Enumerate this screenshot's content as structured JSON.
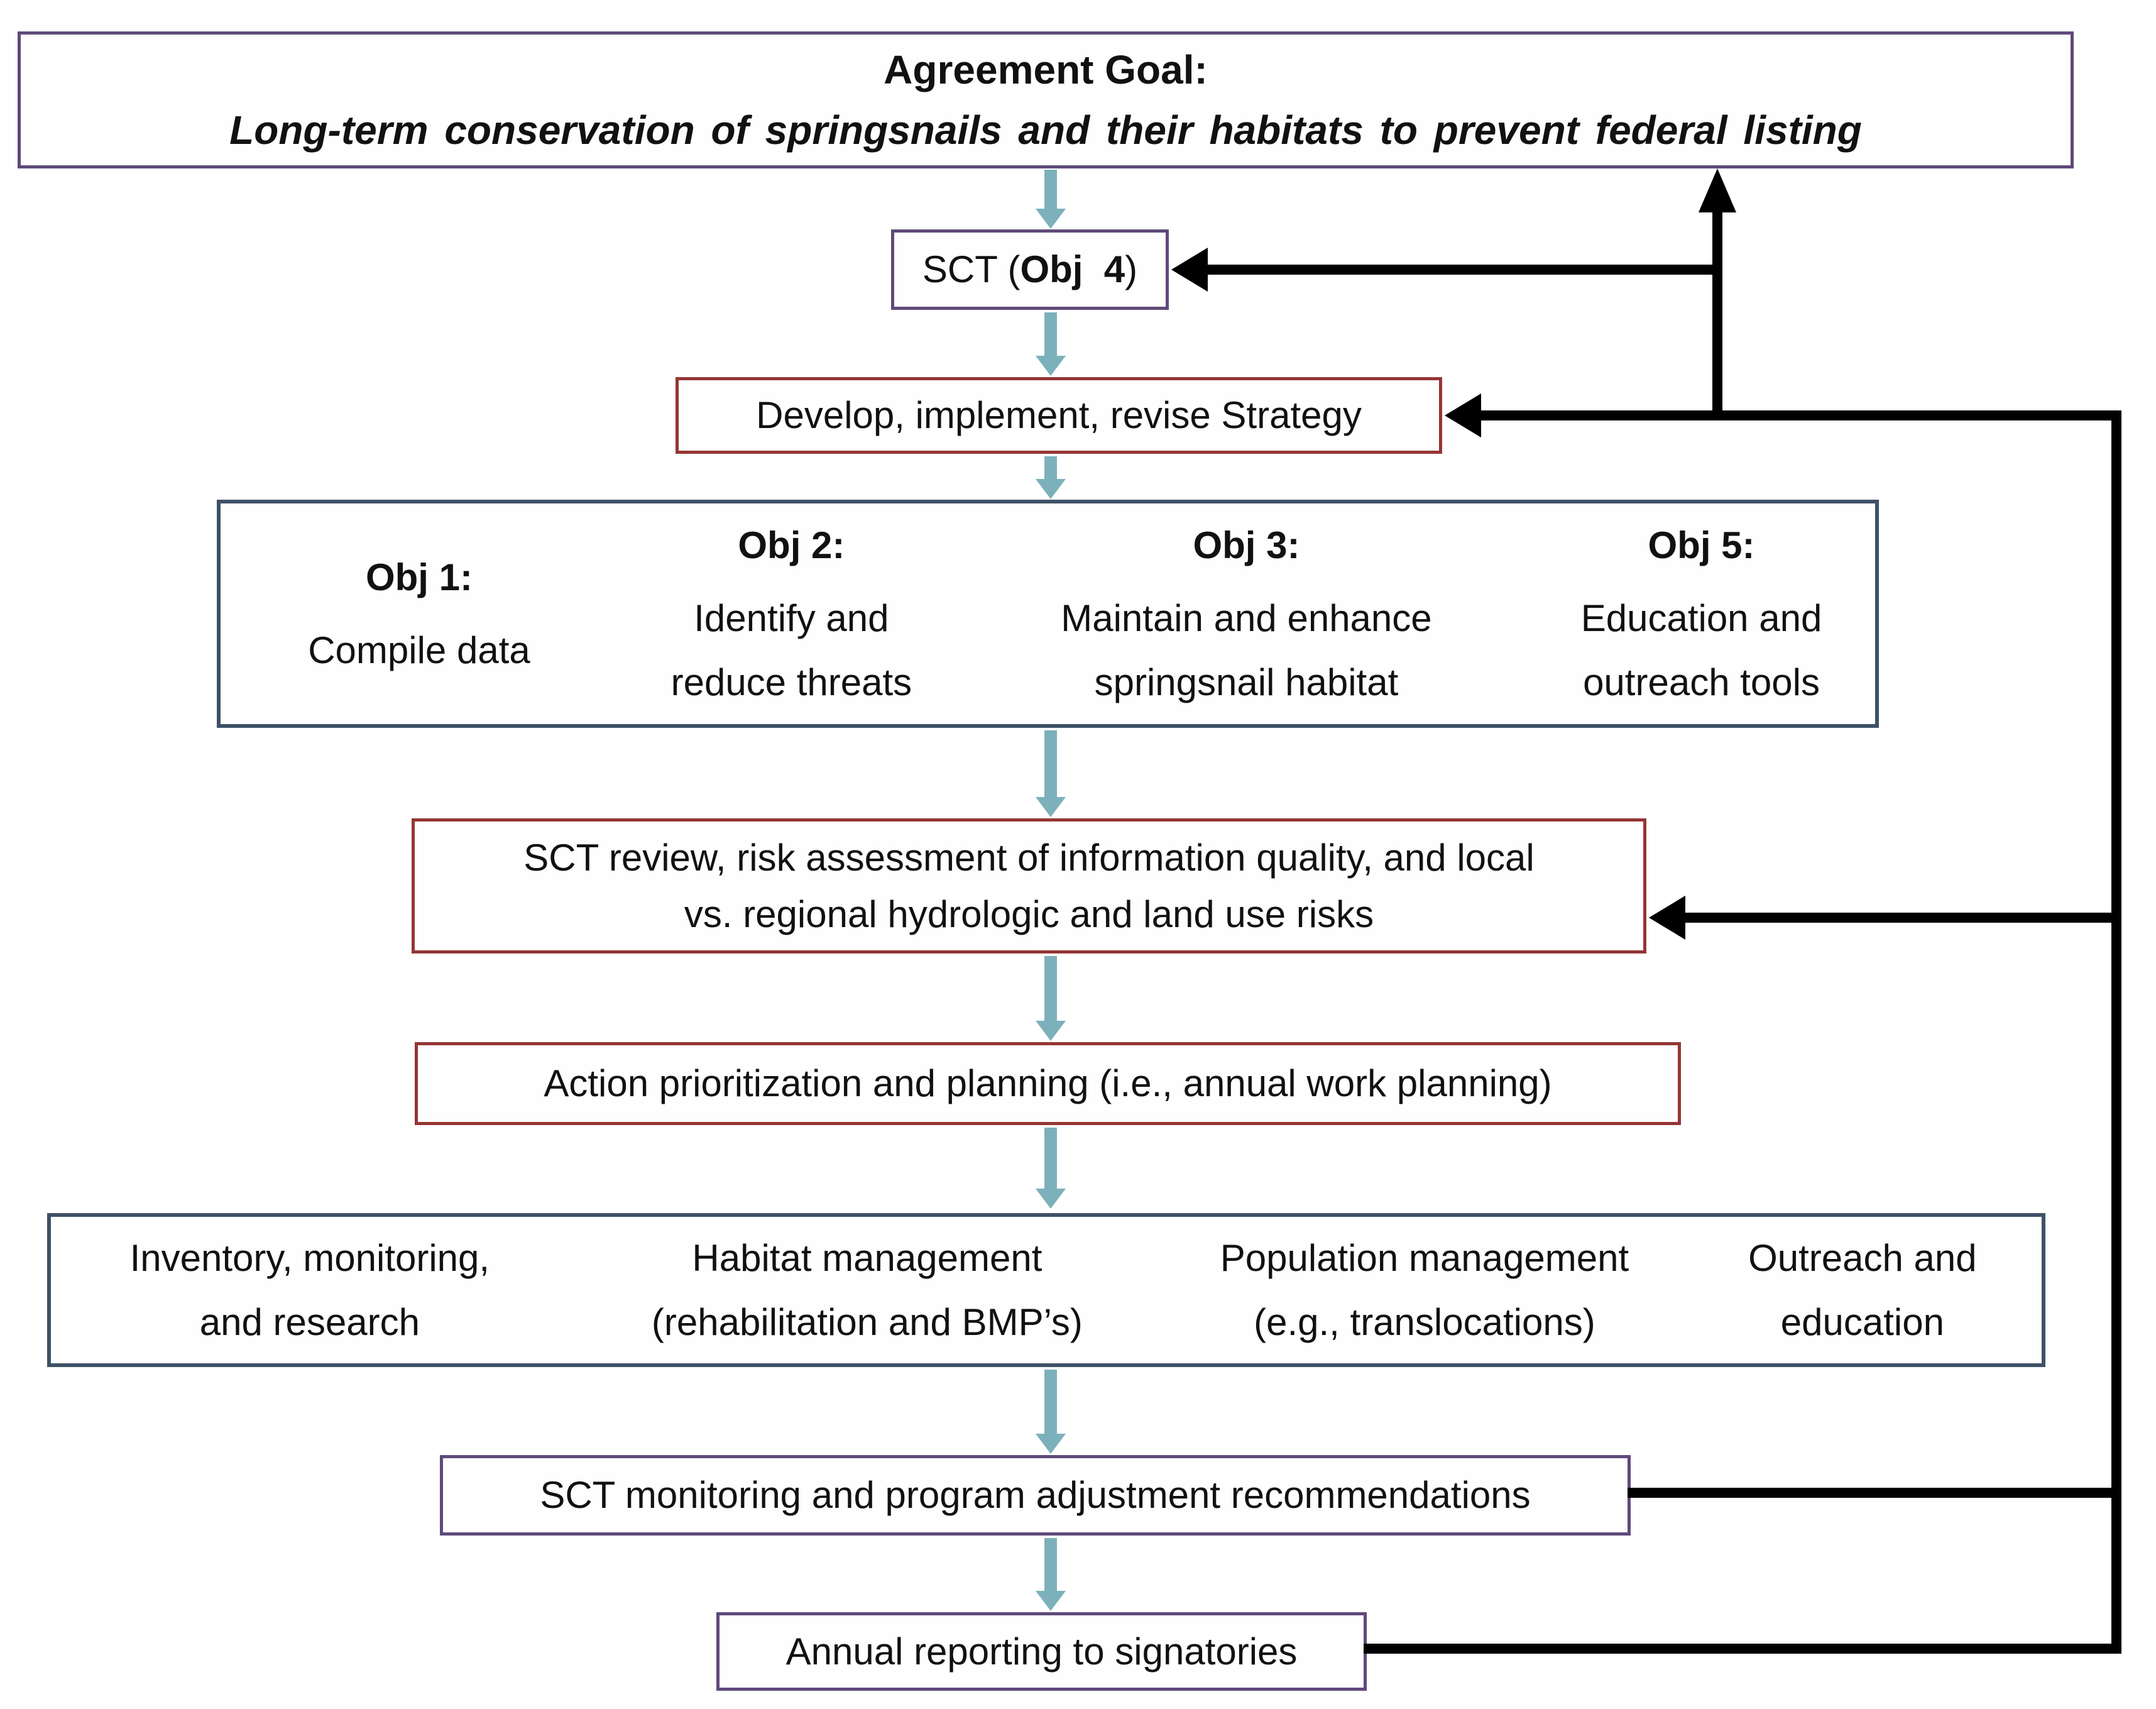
{
  "goal": {
    "title": "Agreement Goal:",
    "subtitle": "Long-term conservation of springsnails and their habitats to prevent federal listing"
  },
  "sct": {
    "prefix": "SCT (",
    "bold": "Obj  4",
    "suffix": ")"
  },
  "develop": {
    "label": "Develop, implement, revise Strategy"
  },
  "objectives": {
    "items": [
      {
        "heading": "Obj 1:",
        "body": "Compile data"
      },
      {
        "heading": "Obj 2:",
        "body": "Identify and\nreduce threats"
      },
      {
        "heading": "Obj 3:",
        "body": "Maintain and enhance\nspringsnail habitat"
      },
      {
        "heading": "Obj 5:",
        "body": "Education and\noutreach tools"
      }
    ]
  },
  "review": {
    "label": "SCT review, risk assessment of information quality, and local\nvs. regional hydrologic and land use risks"
  },
  "action": {
    "label": "Action prioritization and planning (i.e., annual work planning)"
  },
  "implementation": {
    "items": [
      {
        "label": "Inventory, monitoring,\nand research"
      },
      {
        "label": "Habitat management\n(rehabilitation and BMP’s)"
      },
      {
        "label": "Population management\n(e.g., translocations)"
      },
      {
        "label": "Outreach and\neducation"
      }
    ]
  },
  "monitoring": {
    "label": "SCT monitoring and program adjustment recommendations"
  },
  "reporting": {
    "label": "Annual reporting to signatories"
  },
  "colors": {
    "purple_border": "#5f497a",
    "red_border": "#943634",
    "slate_border": "#3e5166",
    "teal_arrow": "#7cb1bb",
    "feedback_line": "#000000"
  }
}
